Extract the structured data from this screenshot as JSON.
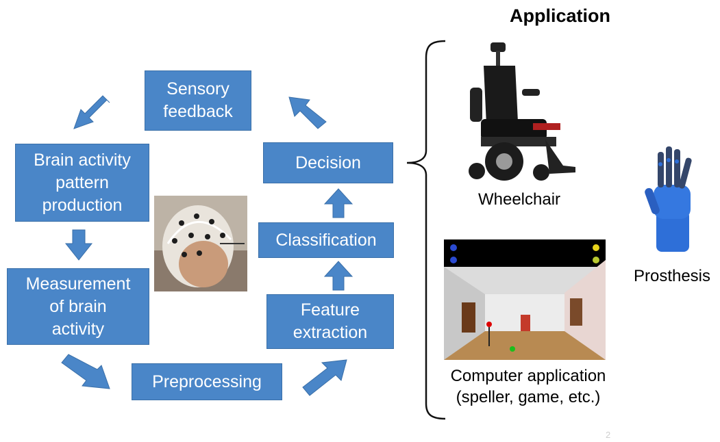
{
  "application": {
    "title": "Application"
  },
  "cycle": {
    "sensory_feedback": "Sensory\nfeedback",
    "brain_activity": "Brain activity\npattern\nproduction",
    "measurement": "Measurement\nof brain\nactivity",
    "preprocessing": "Preprocessing",
    "feature_extraction": "Feature\nextraction",
    "classification": "Classification",
    "decision": "Decision"
  },
  "apps": {
    "wheelchair": "Wheelchair",
    "computer": "Computer application\n(speller, game, etc.)",
    "prosthesis": "Prosthesis"
  },
  "page_number": "2",
  "colors": {
    "box_fill": "#4a86c8",
    "box_border": "#3a6fa8",
    "arrow": "#4a86c8"
  }
}
